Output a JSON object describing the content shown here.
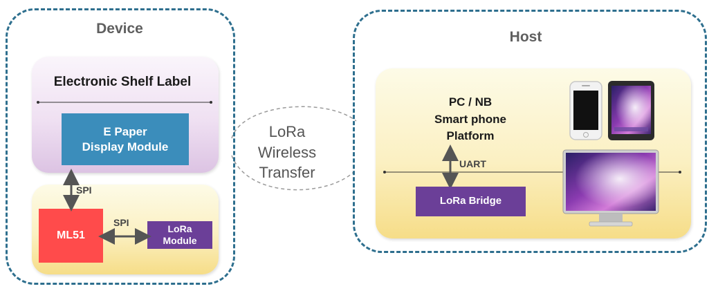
{
  "device": {
    "title": "Device",
    "esl_title": "Electronic Shelf Label",
    "epaper_module": [
      "E Paper",
      "Display Module"
    ],
    "spi_vertical": "SPI",
    "spi_horizontal": "SPI",
    "mcu": "ML51",
    "lora_module": [
      "LoRa",
      "Module"
    ]
  },
  "transfer": {
    "lines": [
      "LoRa",
      "Wireless",
      "Transfer"
    ]
  },
  "host": {
    "title": "Host",
    "platforms": [
      "PC / NB",
      "Smart phone",
      "Platform"
    ],
    "uart": "UART",
    "bridge": "LoRa Bridge",
    "device_icons": [
      "smartphone-icon",
      "tablet-icon",
      "monitor-icon"
    ]
  },
  "colors": {
    "frame": "#2e6f8e",
    "epaper": "#3b8dbb",
    "mcu": "#ff4b4b",
    "lora": "#6b3f98",
    "arrow": "#555555"
  }
}
